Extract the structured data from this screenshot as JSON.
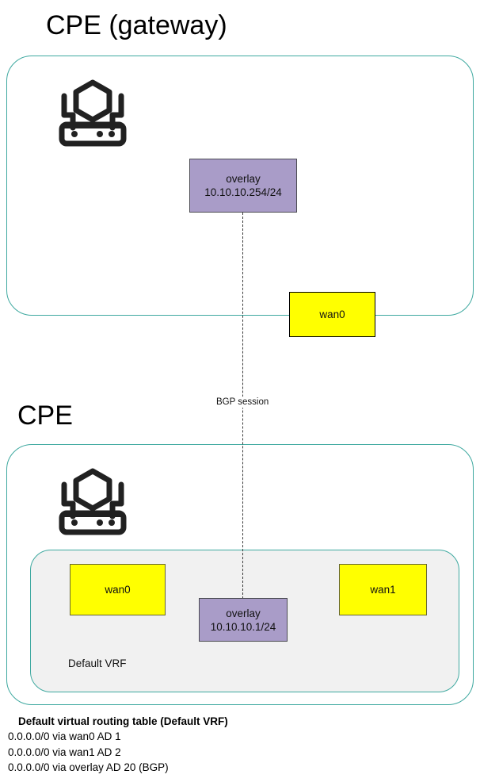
{
  "diagram": {
    "sections": [
      {
        "title": "CPE (gateway)",
        "device_icon": "router-icon",
        "boxes": [
          {
            "name": "overlay-gateway",
            "label": "overlay",
            "address": "10.10.10.254/24",
            "color": "#A99CC8"
          },
          {
            "name": "wan0-gateway",
            "label": "wan0",
            "color": "#FFFF00"
          }
        ]
      },
      {
        "title": "CPE",
        "device_icon": "router-icon",
        "vrf": {
          "label": "Default VRF",
          "fill": "#F1F1F1",
          "boxes": [
            {
              "name": "wan0-cpe",
              "label": "wan0",
              "color": "#FFFF00"
            },
            {
              "name": "overlay-cpe",
              "label": "overlay",
              "address": "10.10.10.1/24",
              "color": "#A99CC8"
            },
            {
              "name": "wan1-cpe",
              "label": "wan1",
              "color": "#FFFF00"
            }
          ]
        }
      }
    ],
    "connection": {
      "label": "BGP session",
      "style": "dashed"
    },
    "routing_table": {
      "title": "Default virtual routing table (Default VRF)",
      "routes": [
        "0.0.0.0/0 via wan0 AD 1",
        "0.0.0.0/0 via wan1 AD 2",
        "0.0.0.0/0 via overlay AD 20 (BGP)"
      ]
    },
    "colors": {
      "container_border": "#3FA9A0",
      "overlay_fill": "#A99CC8",
      "wan_fill": "#FFFF00",
      "vrf_fill": "#F1F1F1"
    }
  }
}
